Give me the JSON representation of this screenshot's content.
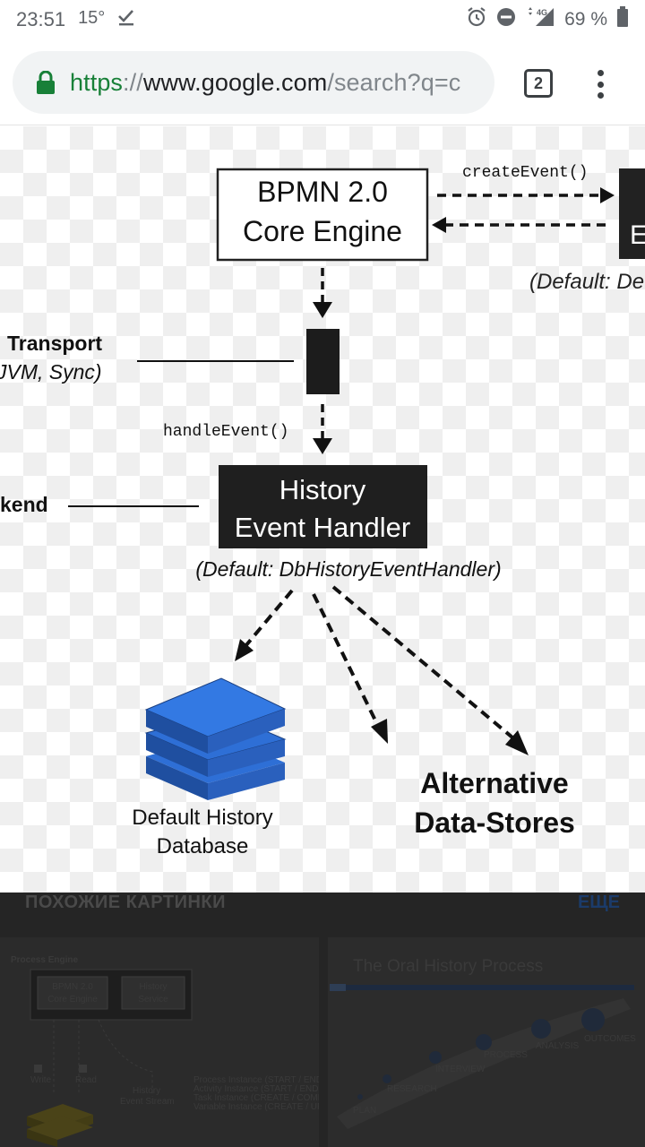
{
  "status_bar": {
    "time": "23:51",
    "temperature": "15°",
    "network": "4G",
    "battery": "69 %"
  },
  "browser": {
    "url_scheme": "https",
    "url_separator": "://",
    "url_host": "www.google.com",
    "url_path": "/search?q=c",
    "tab_count": "2"
  },
  "diagram": {
    "core_engine_line1": "BPMN 2.0",
    "core_engine_line2": "Core Engine",
    "create_event": "createEvent()",
    "right_box_partial": "E",
    "right_default_partial": "(Default: De",
    "transport_line1": "Transport",
    "transport_line2": "JVM, Sync)",
    "handle_event": "handleEvent()",
    "backend_partial": "kend",
    "handler_line1": "History",
    "handler_line2": "Event Handler",
    "handler_default": "(Default: DbHistoryEventHandler)",
    "db_line1": "Default History",
    "db_line2": "Database",
    "alt_line1": "Alternative",
    "alt_line2": "Data-Stores"
  },
  "related": {
    "title": "ПОХОЖИЕ КАРТИНКИ",
    "more": "ЕЩЕ",
    "thumb_left": {
      "label_engine": "Process Engine",
      "label_core1": "BPMN 2.0",
      "label_core2": "Core Engine",
      "label_service1": "History",
      "label_service2": "Service",
      "label_write": "Write",
      "label_read": "Read",
      "label_stream1": "History",
      "label_stream2": "Event Stream",
      "list": [
        "Process Instance (START / END)",
        "Activity Instance (START / END)",
        "Task Instance (CREATE / COMPLETE ...)",
        "Variable Instance (CREATE / UPDATE ...)"
      ]
    },
    "thumb_right": {
      "title": "The Oral History Process",
      "steps": [
        "PLAN",
        "RESEARCH",
        "INTERVIEW",
        "PROCESS",
        "ANALYSIS",
        "OUTCOMES"
      ]
    }
  }
}
